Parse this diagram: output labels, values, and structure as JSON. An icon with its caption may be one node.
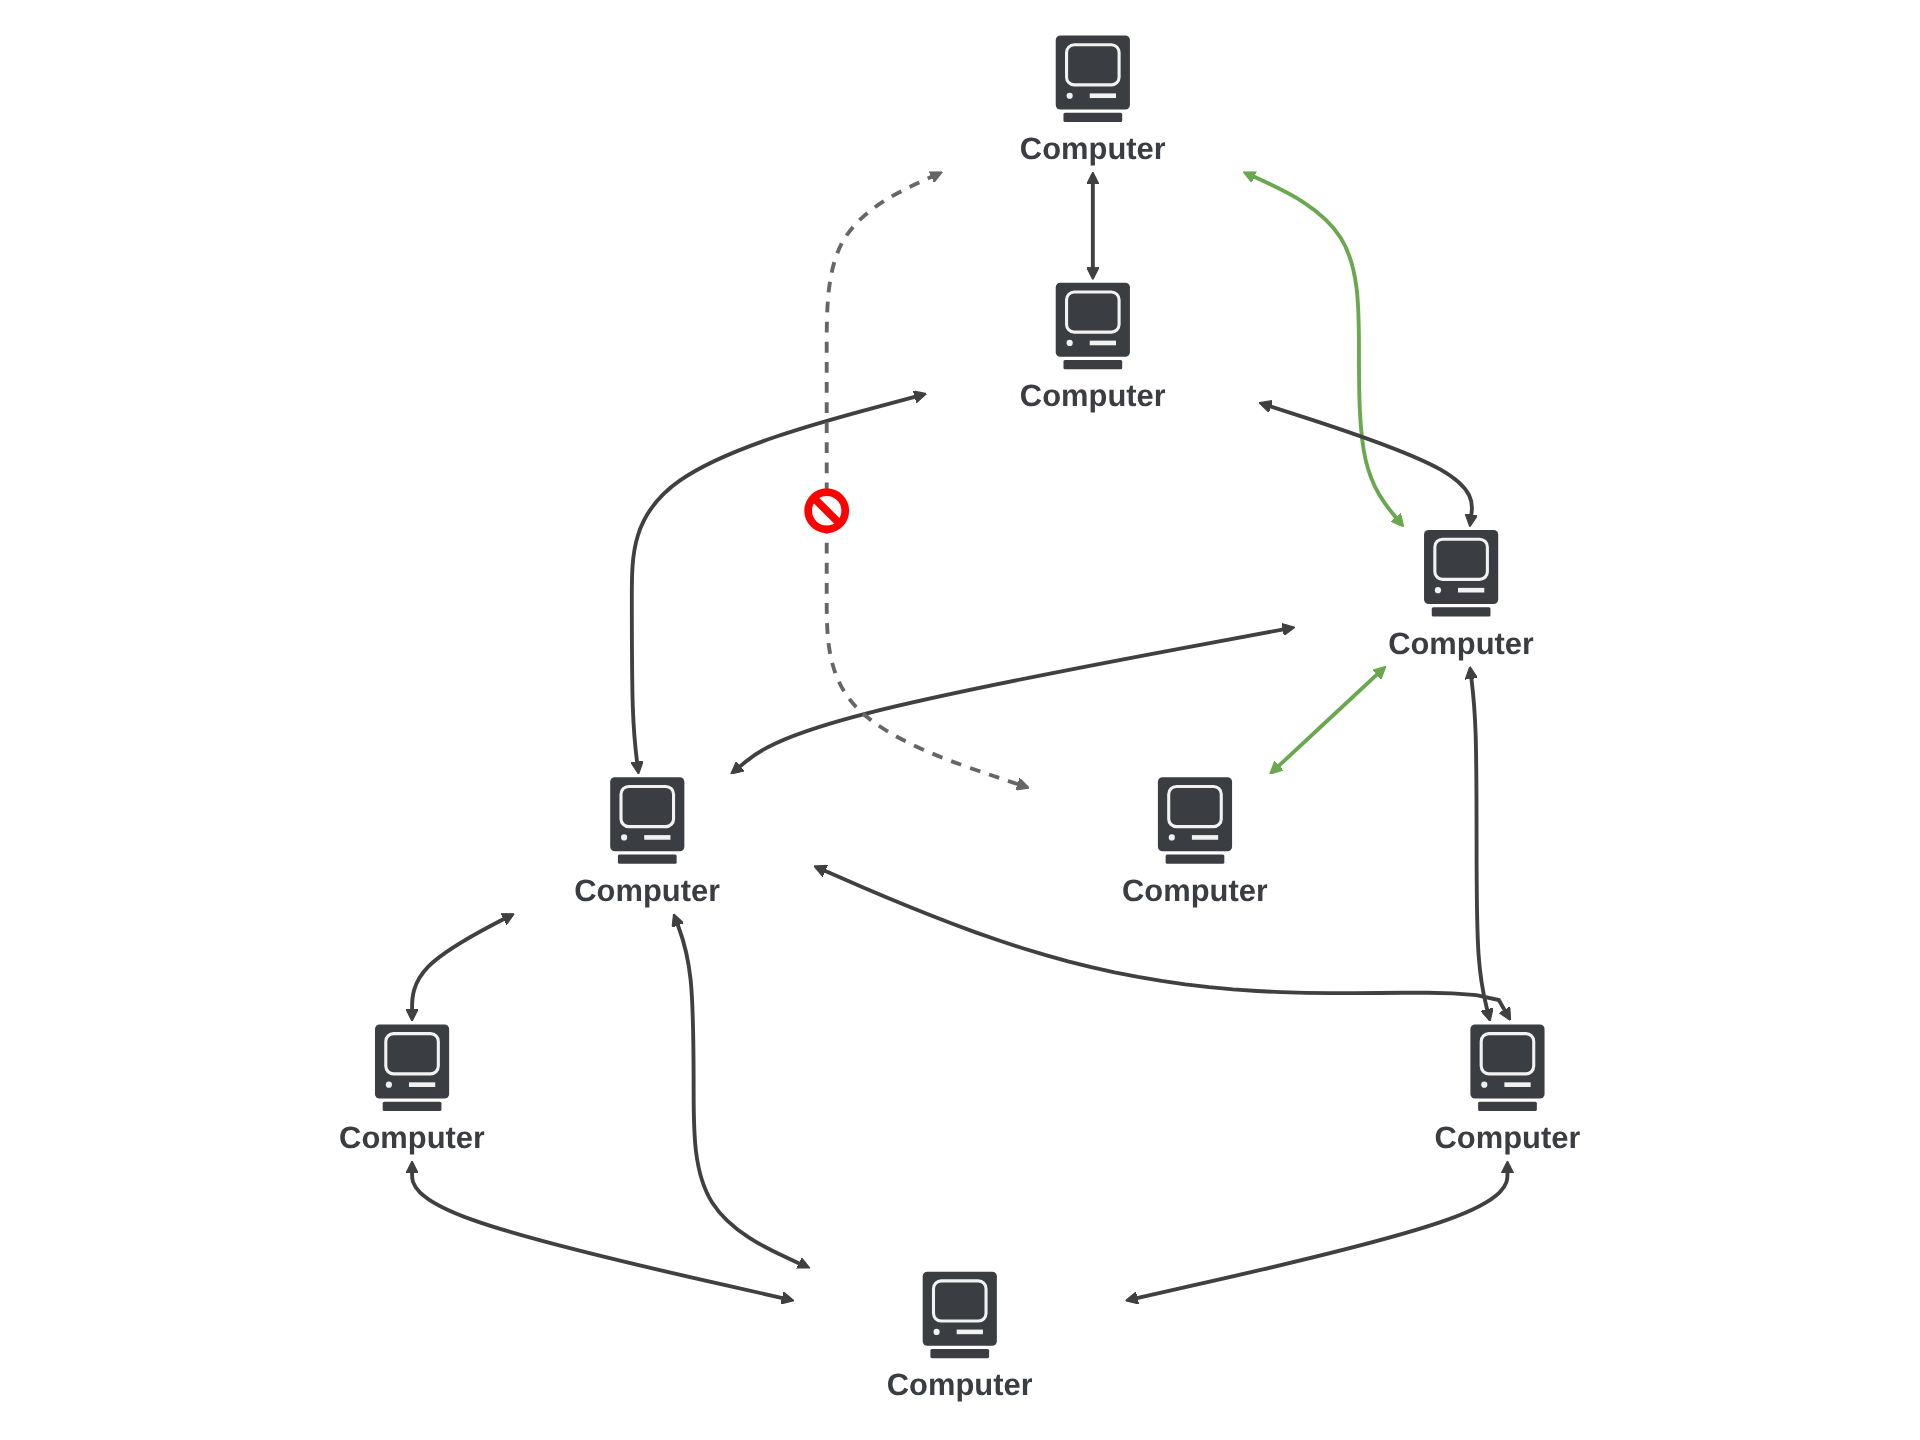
{
  "diagram": {
    "nodes": [
      {
        "text": [
          "Computer"
        ]
      },
      {
        "text": [
          "Computer"
        ]
      },
      {
        "text": [
          "Computer"
        ]
      },
      {
        "text": [
          "Computer"
        ]
      },
      {
        "text": [
          "Computer"
        ]
      },
      {
        "text": [
          "Computer"
        ]
      },
      {
        "text": [
          "Computer"
        ]
      },
      {
        "text": [
          "Computer"
        ]
      }
    ],
    "edges": [
      {
        "from": 0,
        "to": 1,
        "arrow": "both"
      },
      {
        "from": 0,
        "to": 3,
        "arrow": "both",
        "color": "#6aa84f"
      },
      {
        "from": 1,
        "to": 3,
        "arrow": "both"
      },
      {
        "from": 1,
        "to": 4,
        "arrow": "both"
      },
      {
        "from": 4,
        "to": 2,
        "arrow": "both"
      },
      {
        "from": 3,
        "to": 4,
        "arrow": "both"
      },
      {
        "from": 0,
        "to": 5,
        "arrow": "both",
        "style": "dashed",
        "color": "#666666"
      },
      {
        "from": 2,
        "to": 7,
        "arrow": "both"
      },
      {
        "from": 3,
        "to": 5,
        "arrow": "both",
        "color": "#6aa84f"
      },
      {
        "from": 3,
        "to": 6,
        "arrow": "both"
      },
      {
        "from": 4,
        "to": 6,
        "arrow": "both"
      },
      {
        "from": 4,
        "to": 7,
        "arrow": "both"
      },
      {
        "from": 6,
        "to": 7,
        "arrow": "both"
      }
    ]
  }
}
